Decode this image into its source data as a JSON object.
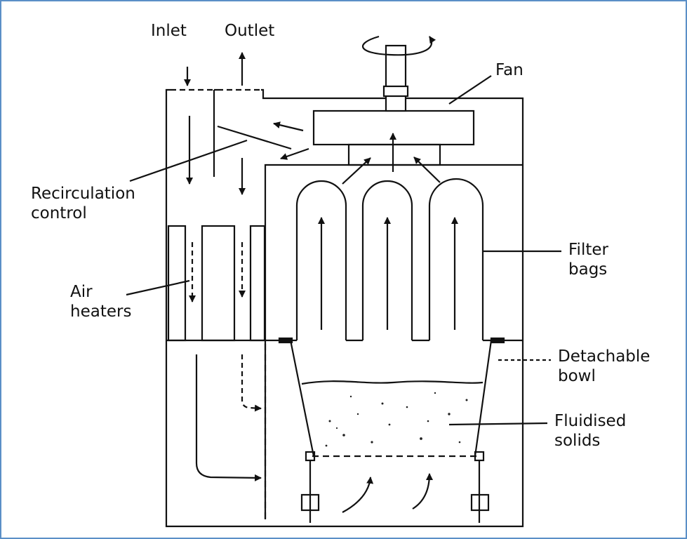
{
  "labels": {
    "inlet": "Inlet",
    "outlet": "Outlet",
    "fan": "Fan",
    "recirculation_1": "Recirculation",
    "recirculation_2": "control",
    "filter_1": "Filter",
    "filter_2": "bags",
    "air_1": "Air",
    "air_2": "heaters",
    "bowl_1": "Detachable",
    "bowl_2": "bowl",
    "solids_1": "Fluidised",
    "solids_2": "solids"
  },
  "colors": {
    "ink": "#111111",
    "frame": "#5b8fc7",
    "background": "#ffffff"
  }
}
